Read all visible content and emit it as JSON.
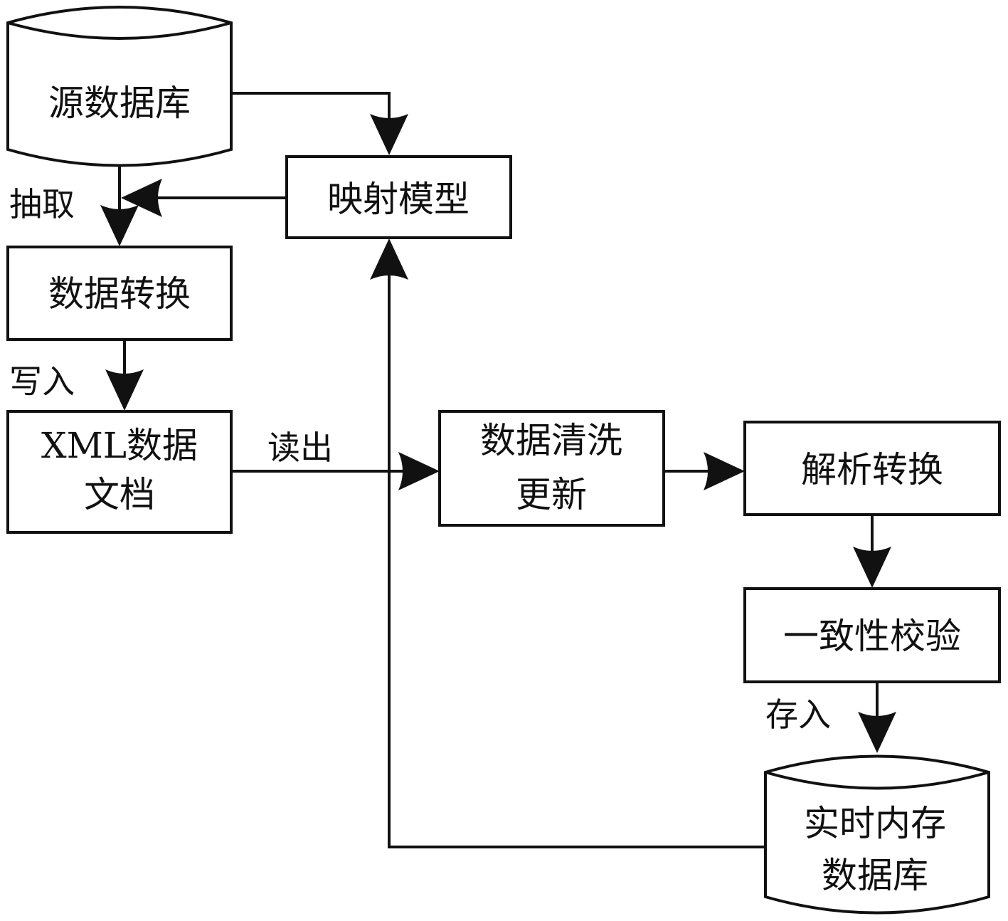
{
  "diagram": {
    "colors": {
      "stroke": "#111111",
      "background": "#ffffff"
    },
    "nodes": {
      "source_db": {
        "type": "database",
        "lines": [
          "源数据库"
        ]
      },
      "mapping_model": {
        "type": "process",
        "lines": [
          "映射模型"
        ]
      },
      "data_conversion": {
        "type": "process",
        "lines": [
          "数据转换"
        ]
      },
      "xml_document": {
        "type": "document",
        "lines": [
          "XML数据",
          "文档"
        ]
      },
      "data_cleaning": {
        "type": "process",
        "lines": [
          "数据清洗",
          "更新"
        ]
      },
      "parse_convert": {
        "type": "process",
        "lines": [
          "解析转换"
        ]
      },
      "consistency_check": {
        "type": "process",
        "lines": [
          "一致性校验"
        ]
      },
      "realtime_db": {
        "type": "database",
        "lines": [
          "实时内存",
          "数据库"
        ]
      }
    },
    "edges": [
      {
        "from": "source_db",
        "to": "mapping_model",
        "label": ""
      },
      {
        "from": "source_db",
        "to": "data_conversion",
        "label": "抽取"
      },
      {
        "from": "mapping_model",
        "to": "data_conversion",
        "label": ""
      },
      {
        "from": "data_conversion",
        "to": "xml_document",
        "label": "写入"
      },
      {
        "from": "xml_document",
        "to": "data_cleaning",
        "label": "读出"
      },
      {
        "from": "data_cleaning",
        "to": "parse_convert",
        "label": ""
      },
      {
        "from": "parse_convert",
        "to": "consistency_check",
        "label": ""
      },
      {
        "from": "consistency_check",
        "to": "realtime_db",
        "label": "存入"
      },
      {
        "from": "realtime_db",
        "to": "mapping_model",
        "label": ""
      }
    ]
  }
}
